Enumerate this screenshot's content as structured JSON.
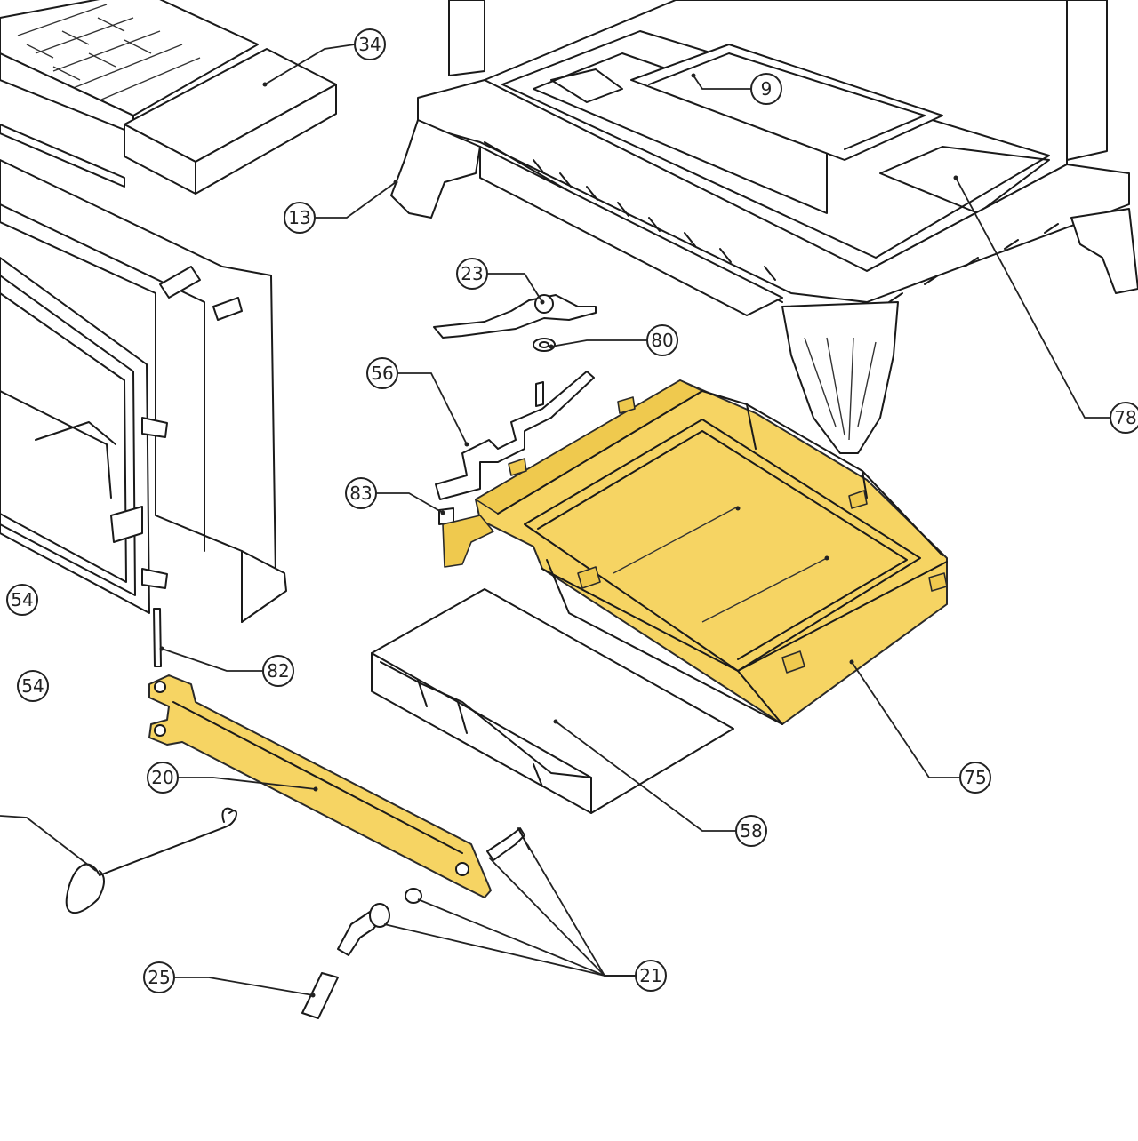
{
  "diagram": {
    "highlight_color": "#f6d463",
    "line_color": "#1a1a1a",
    "parts": [
      {
        "id": "p34",
        "label": "34"
      },
      {
        "id": "p9",
        "label": "9"
      },
      {
        "id": "p13",
        "label": "13"
      },
      {
        "id": "p23",
        "label": "23"
      },
      {
        "id": "p80",
        "label": "80"
      },
      {
        "id": "p56",
        "label": "56"
      },
      {
        "id": "p78",
        "label": "78"
      },
      {
        "id": "p83",
        "label": "83"
      },
      {
        "id": "p54a",
        "label": "54"
      },
      {
        "id": "p54b",
        "label": "54"
      },
      {
        "id": "p82",
        "label": "82"
      },
      {
        "id": "p20",
        "label": "20"
      },
      {
        "id": "p75",
        "label": "75"
      },
      {
        "id": "p58",
        "label": "58"
      },
      {
        "id": "p21",
        "label": "21"
      },
      {
        "id": "p25",
        "label": "25"
      }
    ]
  }
}
